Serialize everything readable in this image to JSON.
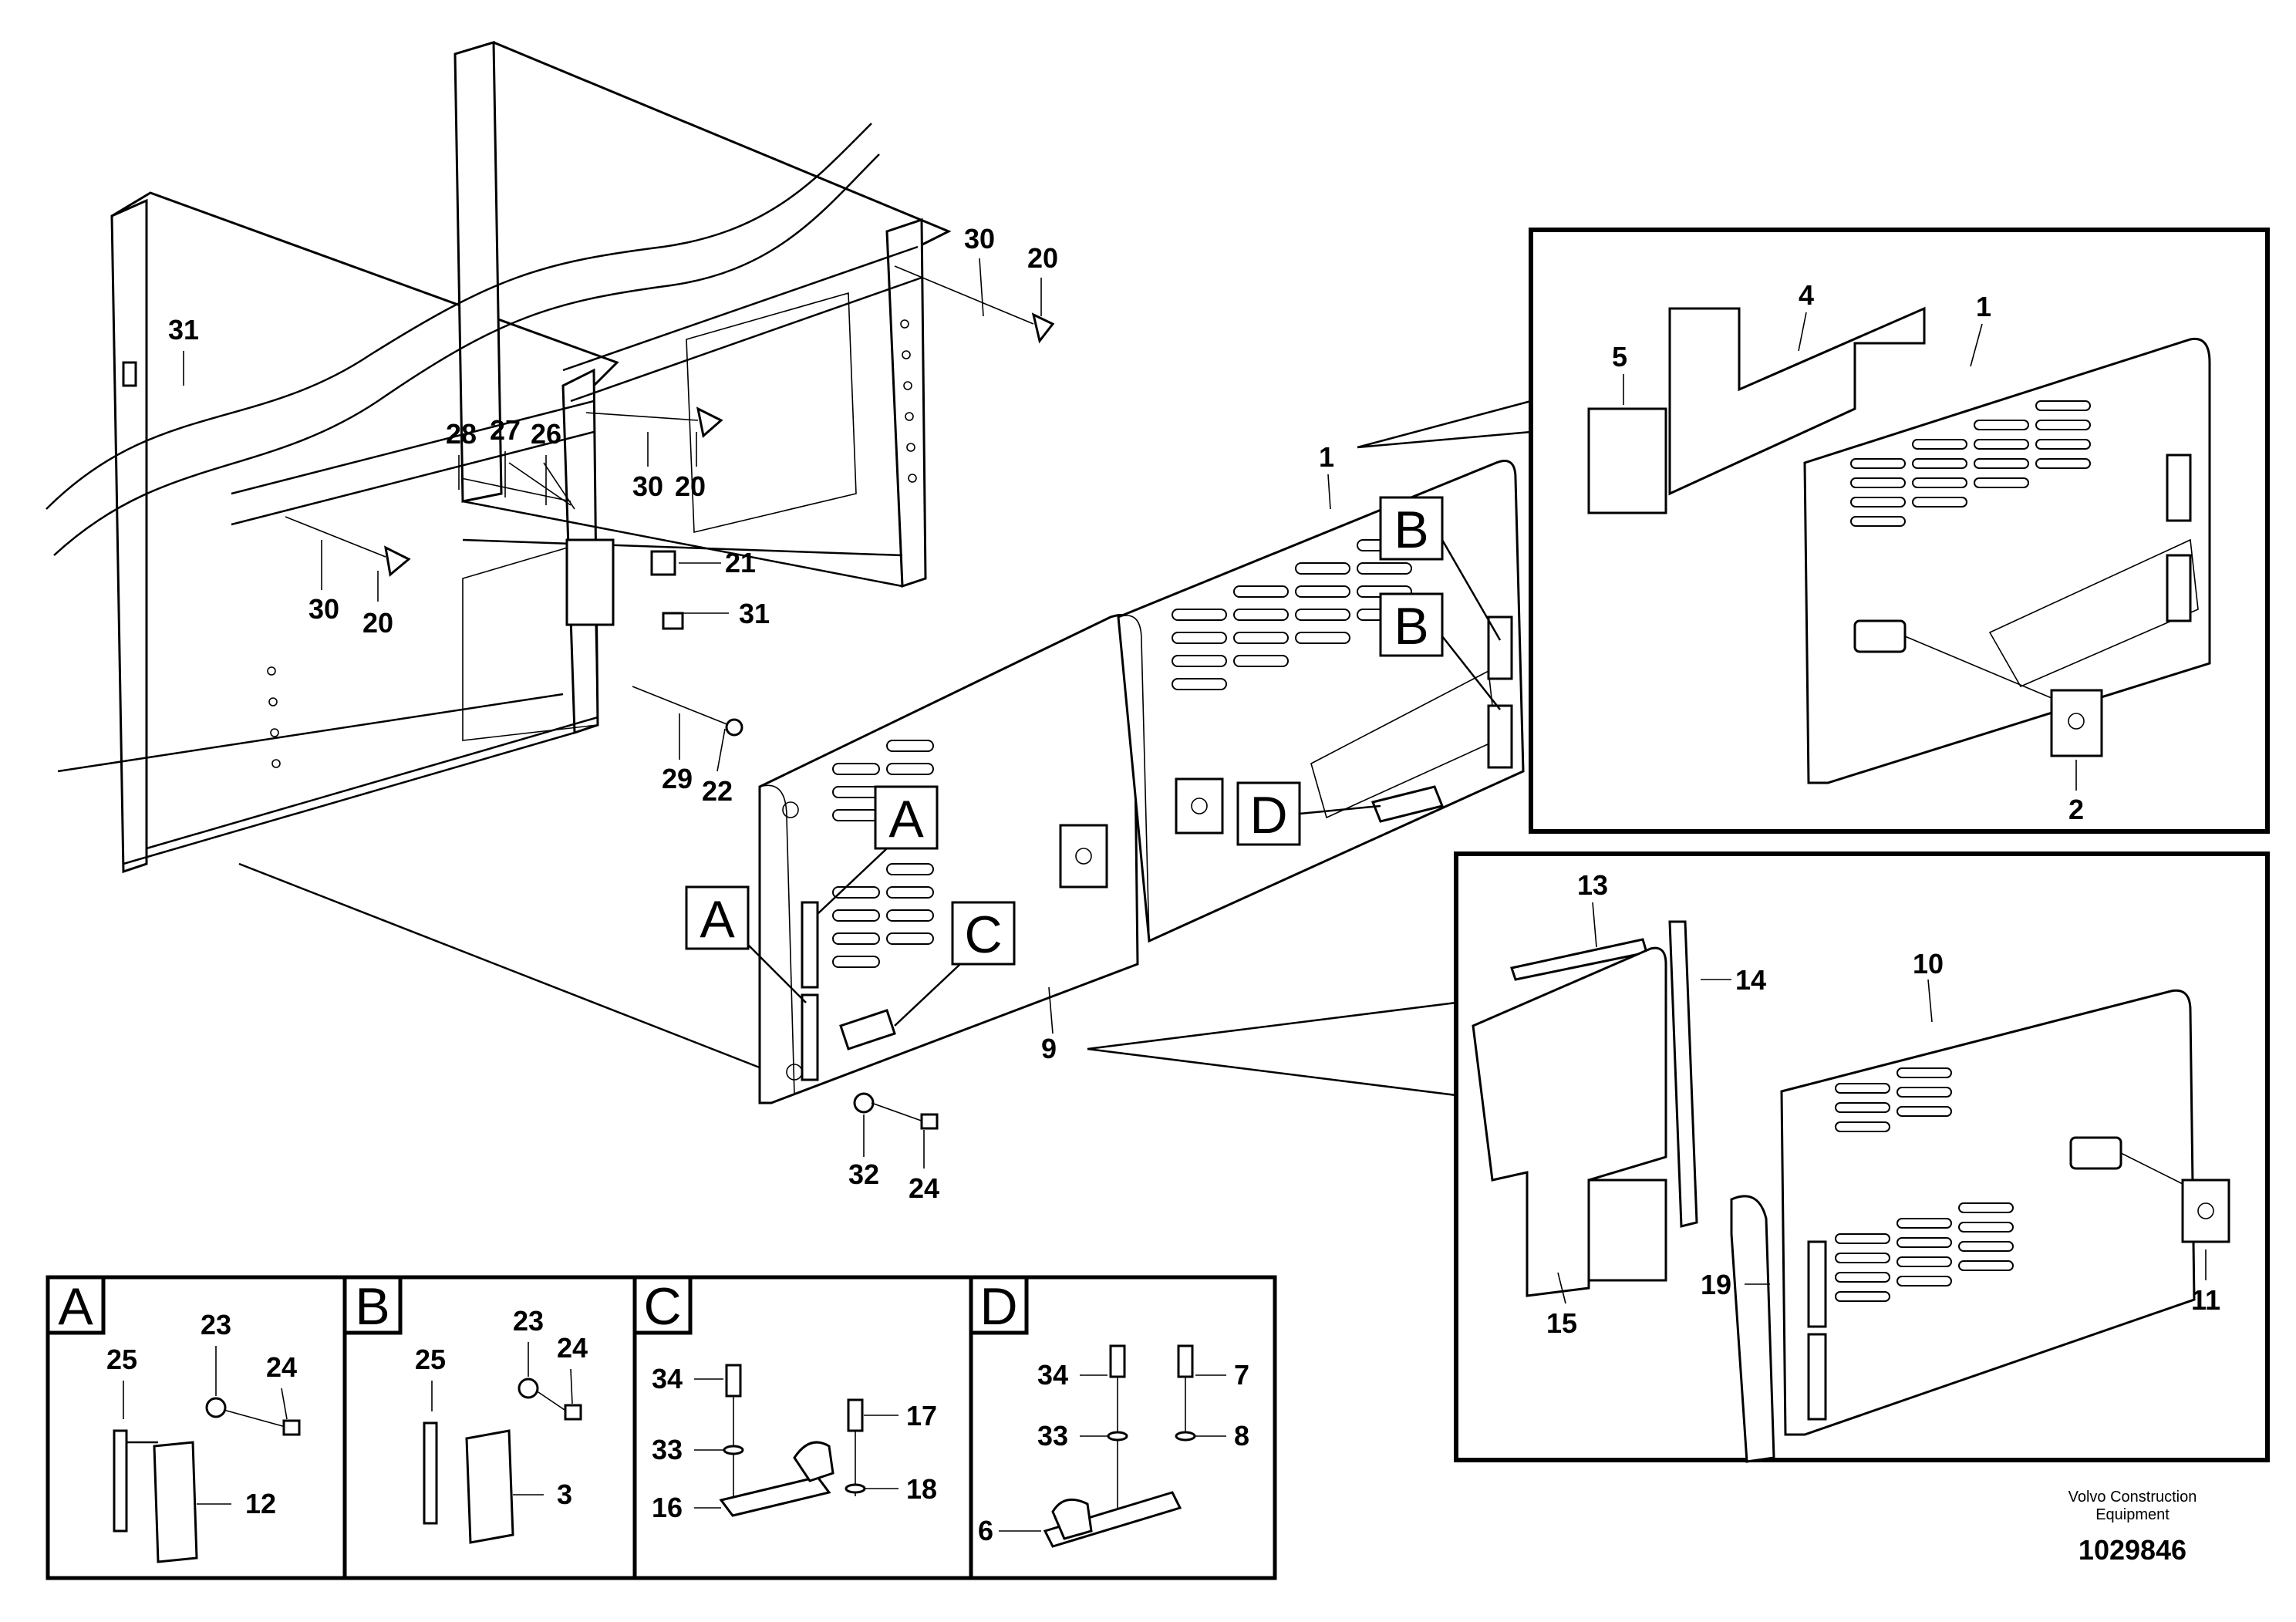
{
  "main_labels": {
    "n30a": "30",
    "n20a": "20",
    "n31a": "31",
    "n28": "28",
    "n27": "27",
    "n26": "26",
    "n30b": "30",
    "n20b": "20",
    "n21": "21",
    "n31b": "31",
    "n30c": "30",
    "n20c": "20",
    "n29": "29",
    "n22": "22",
    "n1": "1",
    "n9": "9",
    "n32": "32",
    "n24": "24"
  },
  "callouts": {
    "a1": "A",
    "a2": "A",
    "b1": "B",
    "b2": "B",
    "c": "C",
    "d": "D"
  },
  "inset_top": {
    "n5": "5",
    "n4": "4",
    "n1": "1",
    "n2": "2"
  },
  "inset_mid": {
    "n13": "13",
    "n14": "14",
    "n10": "10",
    "n19": "19",
    "n15": "15",
    "n11": "11"
  },
  "detail_boxes": {
    "a": {
      "letter": "A",
      "n25": "25",
      "n23": "23",
      "n24": "24",
      "n12": "12"
    },
    "b": {
      "letter": "B",
      "n25": "25",
      "n23": "23",
      "n24": "24",
      "n3": "3"
    },
    "c": {
      "letter": "C",
      "n34": "34",
      "n17": "17",
      "n33": "33",
      "n16": "16",
      "n18": "18"
    },
    "d": {
      "letter": "D",
      "n34": "34",
      "n7": "7",
      "n33": "33",
      "n8": "8",
      "n6": "6"
    }
  },
  "footer": {
    "company_line1": "Volvo Construction",
    "company_line2": "Equipment",
    "figure_number": "1029846"
  }
}
